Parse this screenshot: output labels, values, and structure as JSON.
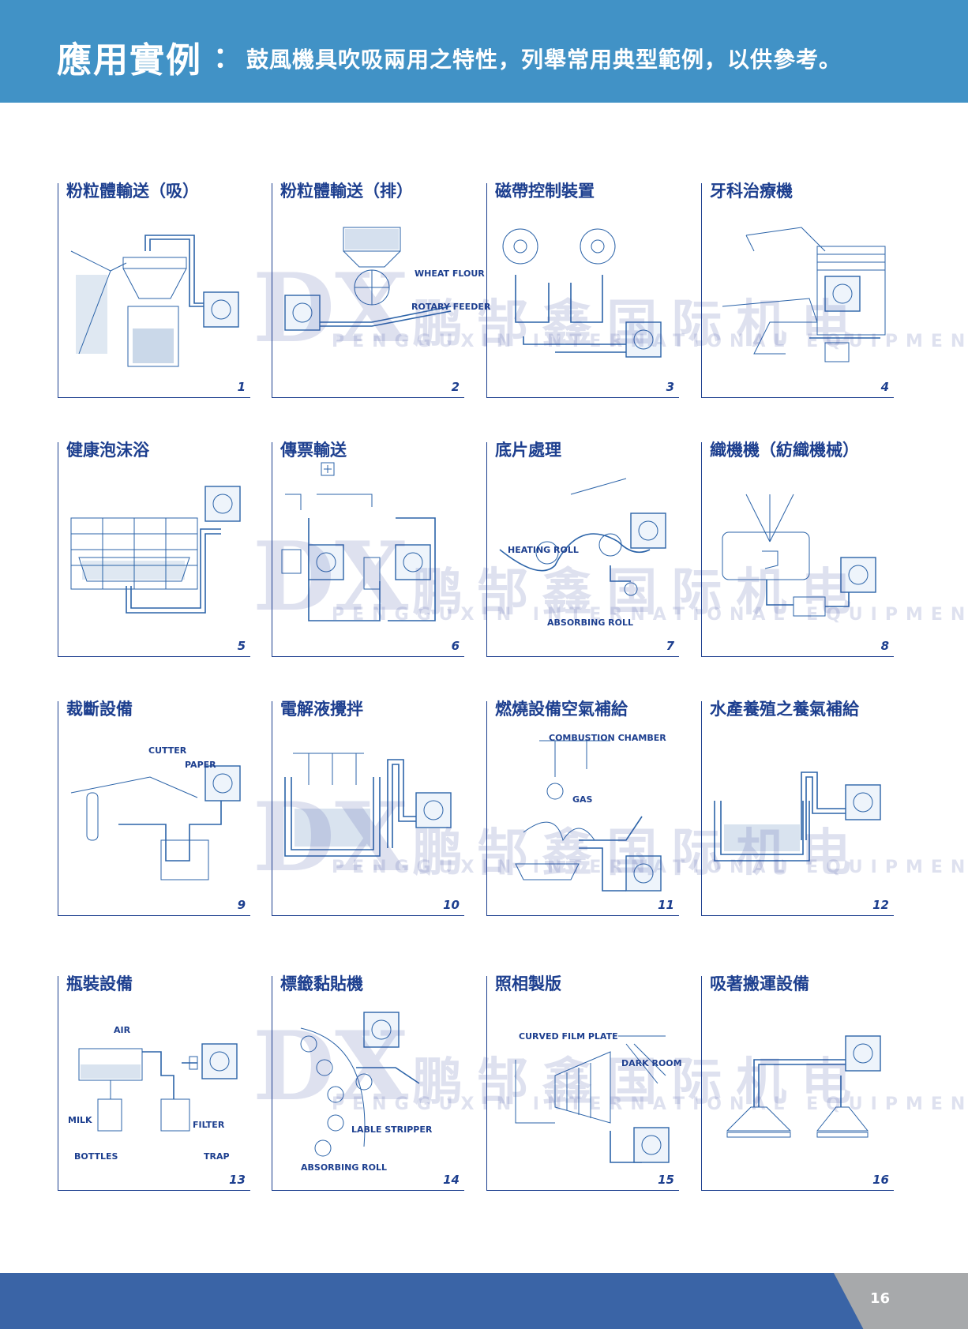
{
  "header": {
    "title": "應用實例",
    "colon": "：",
    "subtitle": "鼓風機具吹吸兩用之特性，列舉常用典型範例，以供參考。"
  },
  "panels": [
    {
      "title": "粉粒體輸送（吸）",
      "num": "1"
    },
    {
      "title": "粉粒體輸送（排）",
      "num": "2",
      "labels": [
        "WHEAT FLOUR",
        "ROTARY FEEDER"
      ]
    },
    {
      "title": "磁帶控制裝置",
      "num": "3"
    },
    {
      "title": "牙科治療機",
      "num": "4"
    },
    {
      "title": "健康泡沫浴",
      "num": "5"
    },
    {
      "title": "傳票輸送",
      "num": "6"
    },
    {
      "title": "底片處理",
      "num": "7",
      "labels": [
        "HEATING ROLL",
        "ABSORBING ROLL"
      ]
    },
    {
      "title": "織機機（紡織機械）",
      "num": "8"
    },
    {
      "title": "裁斷設備",
      "num": "9",
      "labels": [
        "CUTTER",
        "PAPER"
      ]
    },
    {
      "title": "電解液攪拌",
      "num": "10"
    },
    {
      "title": "燃燒設備空氣補給",
      "num": "11",
      "labels": [
        "COMBUSTION CHAMBER",
        "GAS"
      ]
    },
    {
      "title": "水產養殖之養氣補給",
      "num": "12"
    },
    {
      "title": "瓶裝設備",
      "num": "13",
      "labels": [
        "AIR",
        "MILK",
        "BOTTLES",
        "FILTER",
        "TRAP"
      ]
    },
    {
      "title": "標籤黏貼機",
      "num": "14",
      "labels": [
        "LABLE STRIPPER",
        "ABSORBING ROLL"
      ]
    },
    {
      "title": "照相製版",
      "num": "15",
      "labels": [
        "CURVED FILM PLATE",
        "DARK ROOM"
      ]
    },
    {
      "title": "吸著搬運設備",
      "num": "16"
    }
  ],
  "watermark": {
    "logo": "DX",
    "cn": "鹏郜鑫国际机电",
    "en": "PENGGUXIN INTERNATIONAL EQUIPMENT"
  },
  "footer": {
    "page": "16"
  },
  "colors": {
    "header": "#4192c6",
    "footer": "#3a64a6",
    "footer_tab": "#a7a9ab",
    "ink": "#1d3f8f"
  }
}
